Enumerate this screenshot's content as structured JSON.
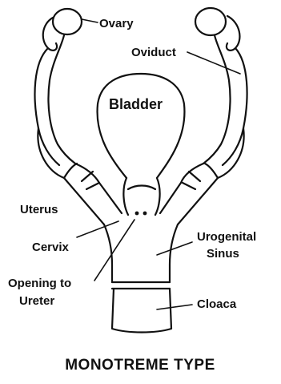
{
  "labels": {
    "ovary": "Ovary",
    "oviduct": "Oviduct",
    "bladder": "Bladder",
    "uterus": "Uterus",
    "cervix": "Cervix",
    "opening_to_ureter_line1": "Opening to",
    "opening_to_ureter_line2": "Ureter",
    "urogenital_line1": "Urogenital",
    "urogenital_line2": "Sinus",
    "cloaca": "Cloaca"
  },
  "caption": "MONOTREME TYPE"
}
